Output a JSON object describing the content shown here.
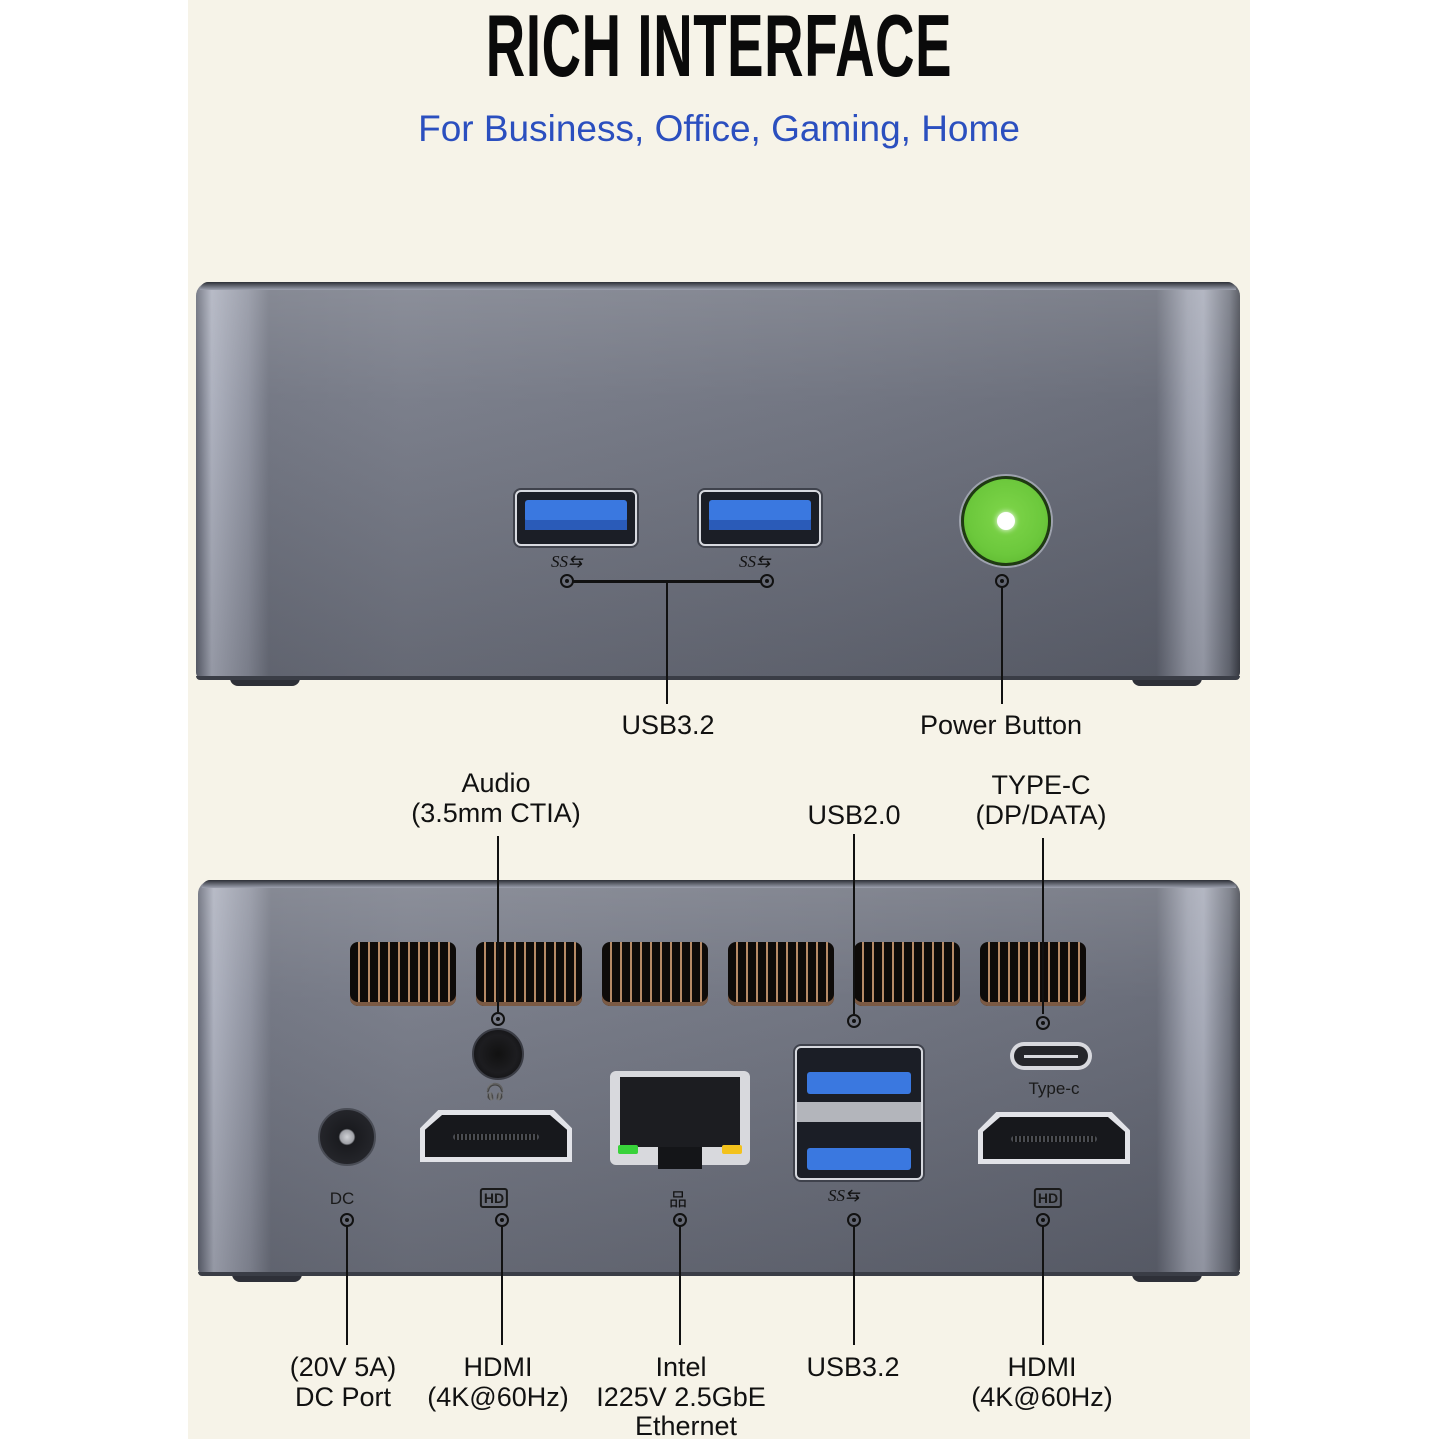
{
  "header": {
    "title": "RICH INTERFACE",
    "subtitle": "For Business, Office, Gaming, Home"
  },
  "colors": {
    "background_panel": "#f6f3e8",
    "title": "#0a0a0a",
    "subtitle": "#2b4fbf",
    "usb3_port": "#3a78e0",
    "power_button": "#6cc83c",
    "lan_led_green": "#38d23a",
    "lan_led_yellow": "#f3c21c"
  },
  "front_panel": {
    "port_markings": {
      "usb_left": "SS⇆",
      "usb_right": "SS⇆"
    },
    "callouts": [
      {
        "id": "usb32-front",
        "label": "USB3.2"
      },
      {
        "id": "power-button",
        "label": "Power Button"
      }
    ]
  },
  "rear_panel": {
    "markings": {
      "dc": "DC",
      "hdmi_left": "HD",
      "hdmi_right": "HD",
      "lan": "品",
      "usb": "SS⇆",
      "typec": "Type-c",
      "audio": "🎧"
    },
    "top_callouts": [
      {
        "id": "audio",
        "line1": "Audio",
        "line2": "(3.5mm CTIA)"
      },
      {
        "id": "usb20",
        "line1": "USB2.0"
      },
      {
        "id": "typec",
        "line1": "TYPE-C",
        "line2": "(DP/DATA)"
      }
    ],
    "bottom_callouts": [
      {
        "id": "dc-port",
        "line1": "(20V 5A)",
        "line2": "DC Port"
      },
      {
        "id": "hdmi-left",
        "line1": "HDMI",
        "line2": "(4K@60Hz)"
      },
      {
        "id": "ethernet",
        "line1": "Intel",
        "line2": "I225V 2.5GbE",
        "line3": "Ethernet"
      },
      {
        "id": "usb32-rear",
        "line1": "USB3.2"
      },
      {
        "id": "hdmi-right",
        "line1": "HDMI",
        "line2": "(4K@60Hz)"
      }
    ]
  }
}
